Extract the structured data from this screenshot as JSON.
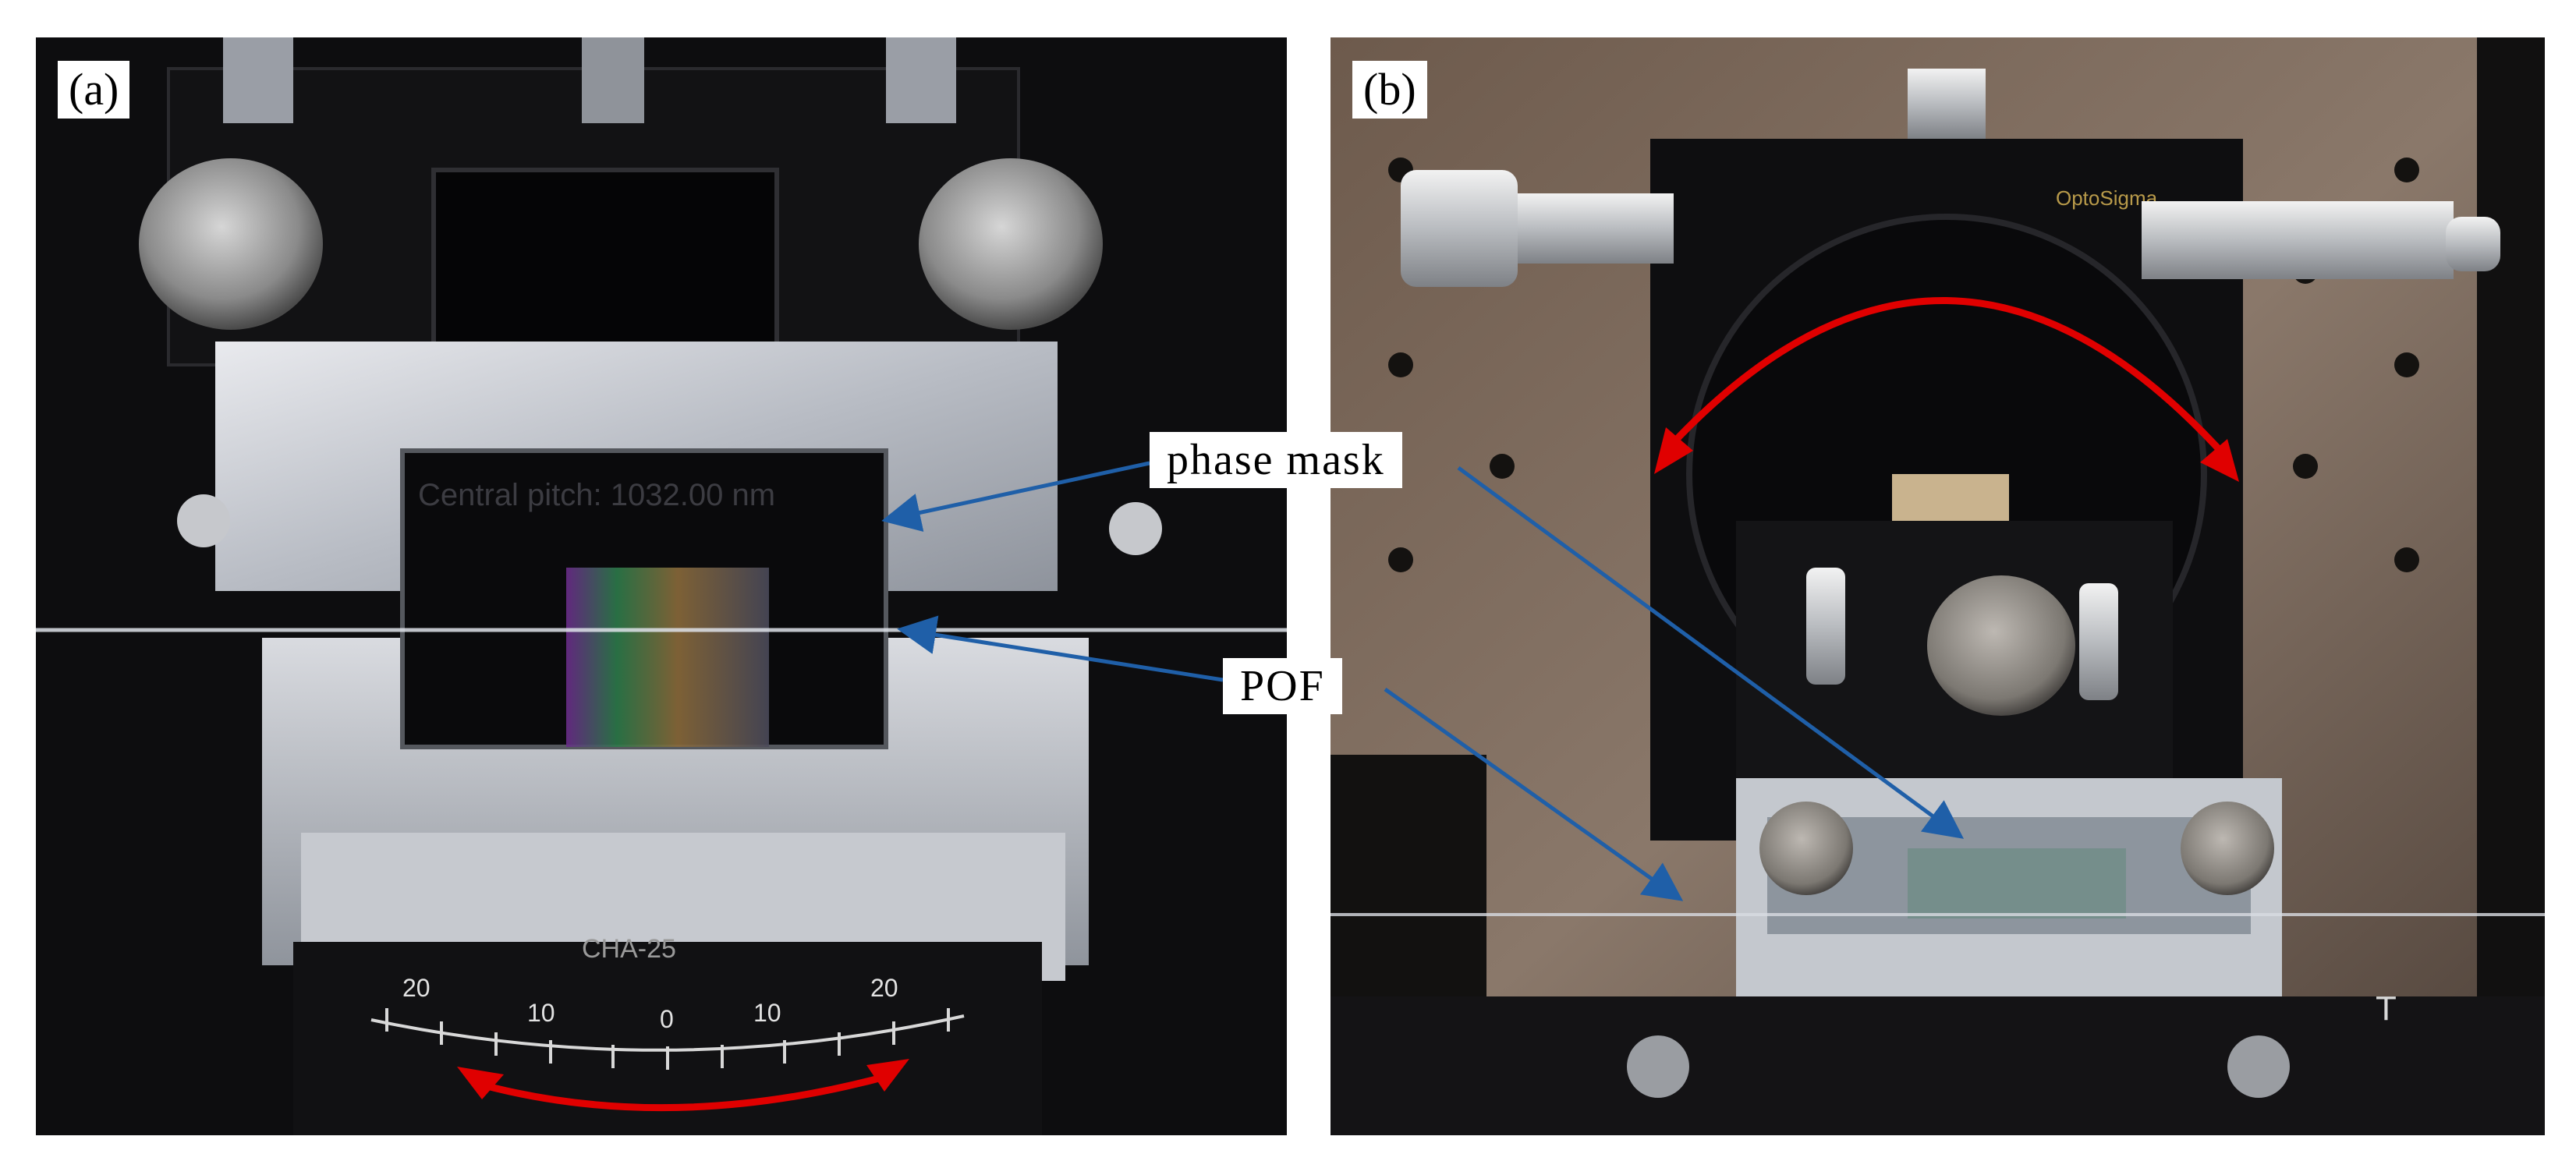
{
  "panels": [
    {
      "id": "a",
      "tag": "(a)",
      "mask_engraving": "Central pitch: 1032.00 nm",
      "stage_model": "CHA-25",
      "scale_ticks": [
        "20",
        "10",
        "0",
        "10",
        "20"
      ]
    },
    {
      "id": "b",
      "tag": "(b)",
      "brand": "OptoSigma",
      "dial_mark": "T"
    }
  ],
  "callouts": {
    "phase_mask": "phase mask",
    "pof": "POF"
  },
  "colors": {
    "rotation_arrow": "#e00000",
    "pointer_arrow": "#1f5fa8"
  }
}
